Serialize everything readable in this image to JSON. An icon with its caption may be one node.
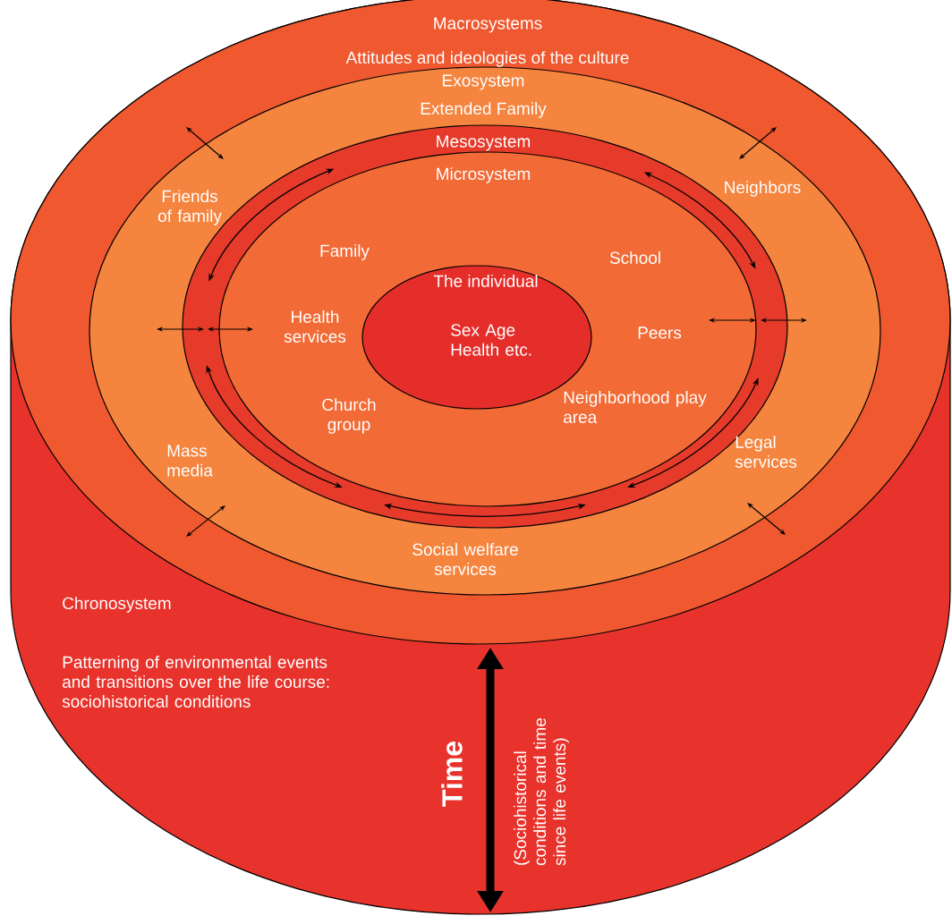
{
  "diagram": {
    "nodes": [
      {
        "text": [
          "Chronosystem",
          "Patterning of environmental events and transitions over the life course: sociohistorical conditions"
        ]
      },
      {
        "text": [
          "Macrosystems",
          "Attitudes and ideologies of the culture"
        ],
        "in": 0
      },
      {
        "text": [
          "Exosystem",
          "Extended Family",
          "Friends of family",
          "Neighbors",
          "Mass media",
          "Legal services",
          "Social welfare services"
        ],
        "in": 1
      },
      {
        "text": [
          "Mesosystem"
        ],
        "in": 2
      },
      {
        "text": [
          "Microsystem",
          "Family",
          "School",
          "Health services",
          "Peers",
          "Church group",
          "Neighborhood play area"
        ],
        "in": 3
      },
      {
        "text": [
          "The individual",
          "Sex Age Health etc."
        ],
        "in": 4
      }
    ],
    "labels": [
      "Time",
      "(Sociohistorical conditions and time since life events)"
    ]
  }
}
